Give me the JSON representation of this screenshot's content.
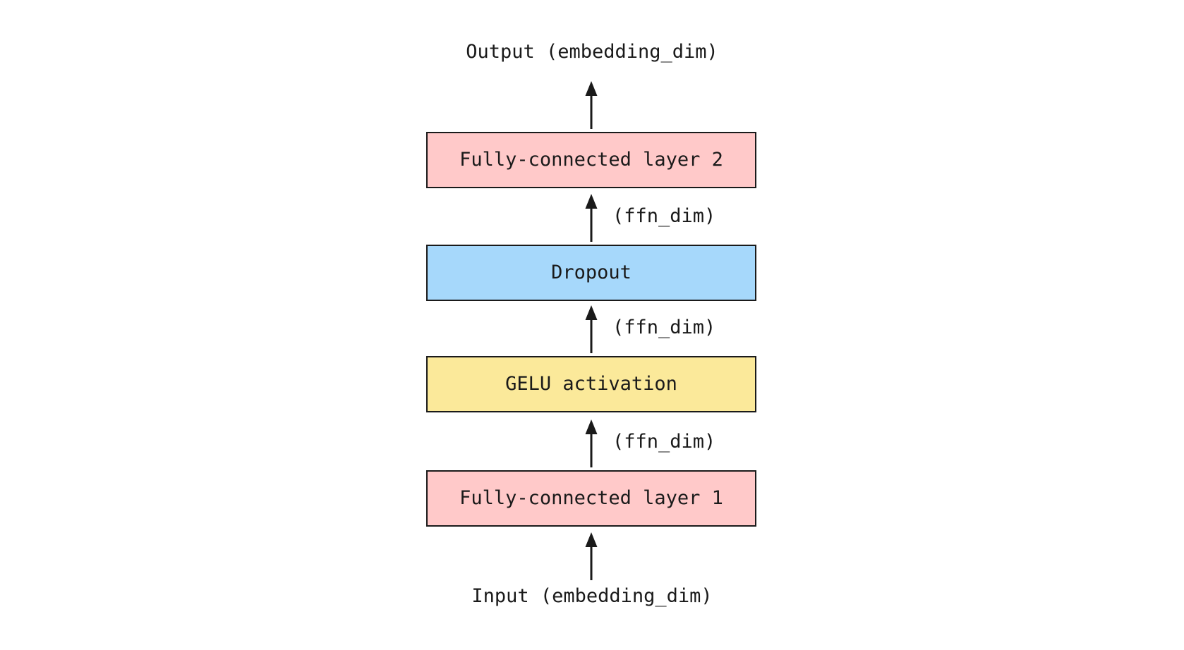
{
  "diagram": {
    "title_output": "Output (embedding_dim)",
    "title_input": "Input (embedding_dim)",
    "colors": {
      "pink": "#ffc9c9",
      "blue": "#a6d8fb",
      "yellow": "#fbe99a",
      "stroke": "#1a1a1a",
      "background": "#ffffff",
      "text": "#1a1a1a"
    },
    "nodes": [
      {
        "id": "fc2",
        "label": "Fully-connected layer 2",
        "fill": "#ffc9c9"
      },
      {
        "id": "dropout",
        "label": "Dropout",
        "fill": "#a6d8fb"
      },
      {
        "id": "gelu",
        "label": "GELU activation",
        "fill": "#fbe99a"
      },
      {
        "id": "fc1",
        "label": "Fully-connected layer 1",
        "fill": "#ffc9c9"
      }
    ],
    "edges": [
      {
        "id": "e-out",
        "from": "fc2",
        "to": "output",
        "label": ""
      },
      {
        "id": "e-drop",
        "from": "dropout",
        "to": "fc2",
        "label": "(ffn_dim)"
      },
      {
        "id": "e-gelu",
        "from": "gelu",
        "to": "dropout",
        "label": "(ffn_dim)"
      },
      {
        "id": "e-fc1",
        "from": "fc1",
        "to": "gelu",
        "label": "(ffn_dim)"
      },
      {
        "id": "e-in",
        "from": "input",
        "to": "fc1",
        "label": ""
      }
    ],
    "edge_labels": {
      "dropout_to_fc2": "(ffn_dim)",
      "gelu_to_dropout": "(ffn_dim)",
      "fc1_to_gelu": "(ffn_dim)"
    }
  }
}
